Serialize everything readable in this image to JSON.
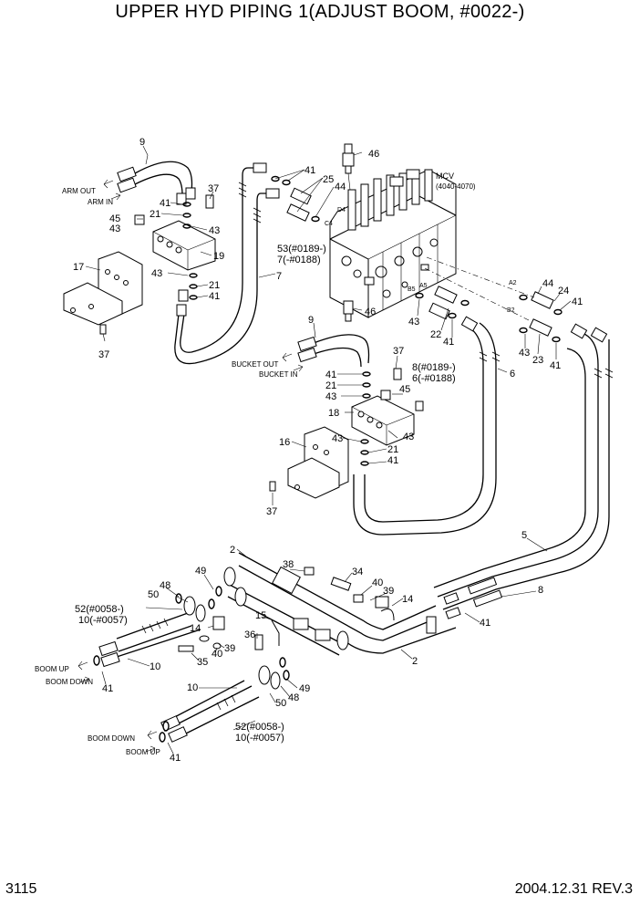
{
  "title": "UPPER HYD PIPING 1(ADJUST BOOM, #0022-)",
  "footer": {
    "page": "3115",
    "date_rev": "2004.12.31  REV.3"
  },
  "mcv": {
    "name": "MCV",
    "range": "(4040-4070)"
  },
  "ports": {
    "d4": "D4",
    "c4": "C4",
    "a5": "A5",
    "b5": "B5",
    "a2": "A2",
    "b2": "B2"
  },
  "flow_labels": {
    "arm_out": "ARM OUT",
    "arm_in": "ARM IN",
    "bucket_out": "BUCKET OUT",
    "bucket_in": "BUCKET IN",
    "boom_up_left": "BOOM UP",
    "boom_down_left": "BOOM DOWN",
    "boom_down_bottom": "BOOM DOWN",
    "boom_up_bottom": "BOOM UP"
  },
  "callouts": [
    {
      "id": "c1",
      "text": "9"
    },
    {
      "id": "c2",
      "text": "46"
    },
    {
      "id": "c3",
      "text": "41"
    },
    {
      "id": "c4",
      "text": "25"
    },
    {
      "id": "c5",
      "text": "44"
    },
    {
      "id": "c6",
      "text": "37"
    },
    {
      "id": "c7",
      "text": "41"
    },
    {
      "id": "c8",
      "text": "21"
    },
    {
      "id": "c9",
      "text": "45"
    },
    {
      "id": "c10",
      "text": "43"
    },
    {
      "id": "c11",
      "text": "43"
    },
    {
      "id": "c12",
      "text": "19"
    },
    {
      "id": "c13",
      "text": "17"
    },
    {
      "id": "c14",
      "text": "43"
    },
    {
      "id": "c15",
      "text": "21"
    },
    {
      "id": "c16",
      "text": "41"
    },
    {
      "id": "c17",
      "text": "37"
    },
    {
      "id": "c18",
      "text": "53(#0189-)"
    },
    {
      "id": "c19",
      "text": "7(-#0188)"
    },
    {
      "id": "c20",
      "text": "7"
    },
    {
      "id": "c21",
      "text": "46"
    },
    {
      "id": "c22",
      "text": "43"
    },
    {
      "id": "c23",
      "text": "22"
    },
    {
      "id": "c24",
      "text": "41"
    },
    {
      "id": "c25",
      "text": "44"
    },
    {
      "id": "c26",
      "text": "24"
    },
    {
      "id": "c27",
      "text": "41"
    },
    {
      "id": "c28",
      "text": "43"
    },
    {
      "id": "c29",
      "text": "23"
    },
    {
      "id": "c30",
      "text": "41"
    },
    {
      "id": "c31",
      "text": "9"
    },
    {
      "id": "c32",
      "text": "37"
    },
    {
      "id": "c33",
      "text": "8(#0189-)"
    },
    {
      "id": "c34",
      "text": "6(-#0188)"
    },
    {
      "id": "c35",
      "text": "6"
    },
    {
      "id": "c36",
      "text": "41"
    },
    {
      "id": "c37",
      "text": "21"
    },
    {
      "id": "c38",
      "text": "43"
    },
    {
      "id": "c39",
      "text": "45"
    },
    {
      "id": "c40",
      "text": "18"
    },
    {
      "id": "c41",
      "text": "43"
    },
    {
      "id": "c42",
      "text": "43"
    },
    {
      "id": "c43",
      "text": "21"
    },
    {
      "id": "c44",
      "text": "41"
    },
    {
      "id": "c45",
      "text": "16"
    },
    {
      "id": "c46",
      "text": "37"
    },
    {
      "id": "c47",
      "text": "5"
    },
    {
      "id": "c48",
      "text": "2"
    },
    {
      "id": "c49",
      "text": "38"
    },
    {
      "id": "c50",
      "text": "34"
    },
    {
      "id": "c51",
      "text": "40"
    },
    {
      "id": "c52",
      "text": "39"
    },
    {
      "id": "c53",
      "text": "8"
    },
    {
      "id": "c54",
      "text": "48"
    },
    {
      "id": "c55",
      "text": "49"
    },
    {
      "id": "c56",
      "text": "50"
    },
    {
      "id": "c57",
      "text": "14"
    },
    {
      "id": "c58",
      "text": "52(#0058-)"
    },
    {
      "id": "c59",
      "text": "10(-#0057)"
    },
    {
      "id": "c60",
      "text": "15"
    },
    {
      "id": "c61",
      "text": "14"
    },
    {
      "id": "c62",
      "text": "36"
    },
    {
      "id": "c63",
      "text": "41"
    },
    {
      "id": "c64",
      "text": "40"
    },
    {
      "id": "c65",
      "text": "39"
    },
    {
      "id": "c66",
      "text": "35"
    },
    {
      "id": "c67",
      "text": "2"
    },
    {
      "id": "c68",
      "text": "10"
    },
    {
      "id": "c69",
      "text": "41"
    },
    {
      "id": "c70",
      "text": "10"
    },
    {
      "id": "c71",
      "text": "49"
    },
    {
      "id": "c72",
      "text": "48"
    },
    {
      "id": "c73",
      "text": "50"
    },
    {
      "id": "c74",
      "text": "52(#0058-)"
    },
    {
      "id": "c75",
      "text": "10(-#0057)"
    },
    {
      "id": "c76",
      "text": "41"
    }
  ]
}
